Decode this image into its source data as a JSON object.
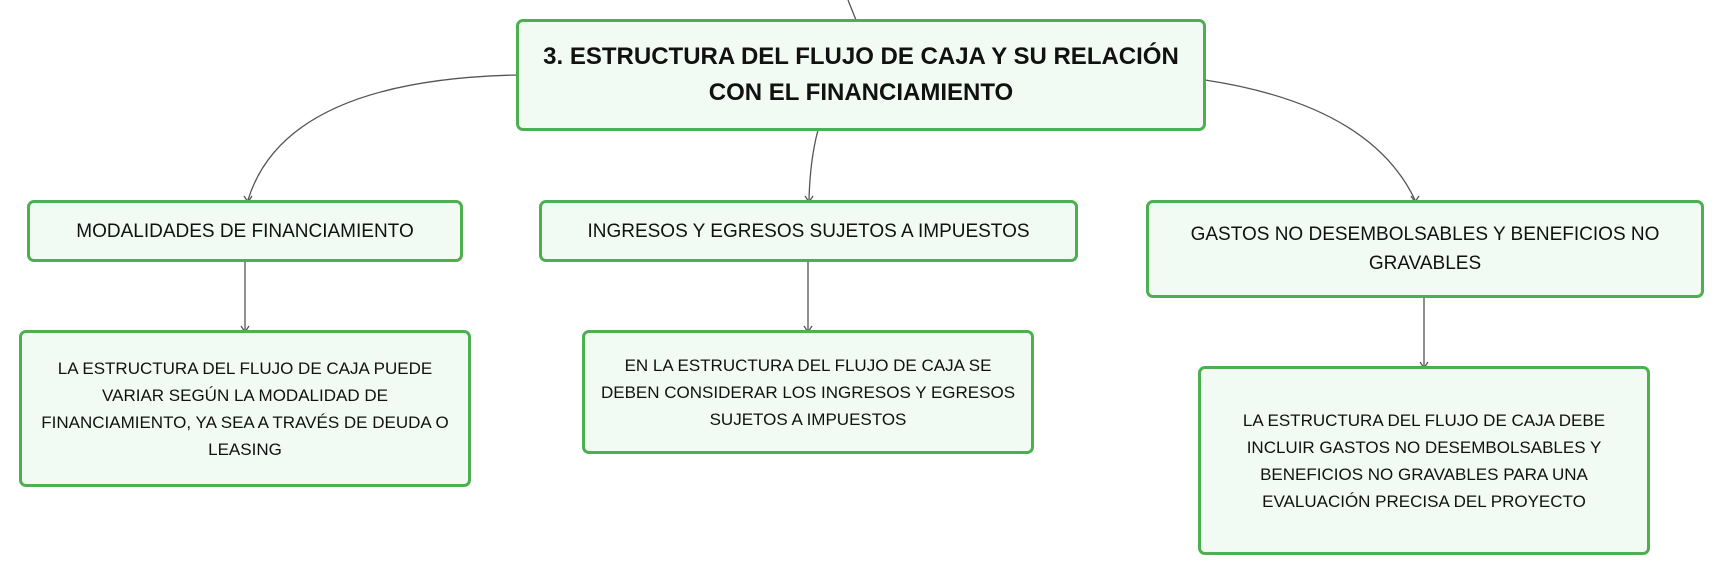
{
  "diagram": {
    "root": {
      "label": "3. ESTRUCTURA DEL FLUJO DE CAJA Y SU RELACIÓN CON EL FINANCIAMIENTO"
    },
    "branches": [
      {
        "label": "MODALIDADES DE FINANCIAMIENTO",
        "detail": "LA ESTRUCTURA DEL FLUJO DE CAJA PUEDE VARIAR SEGÚN LA MODALIDAD DE FINANCIAMIENTO, YA SEA A TRAVÉS DE DEUDA O LEASING"
      },
      {
        "label": "INGRESOS Y EGRESOS SUJETOS A IMPUESTOS",
        "detail": "EN LA ESTRUCTURA DEL FLUJO DE CAJA SE DEBEN CONSIDERAR LOS INGRESOS Y EGRESOS SUJETOS A IMPUESTOS"
      },
      {
        "label": "GASTOS NO DESEMBOLSABLES Y BENEFICIOS NO GRAVABLES",
        "detail": "LA ESTRUCTURA DEL FLUJO DE CAJA DEBE INCLUIR GASTOS NO DESEMBOLSABLES Y BENEFICIOS NO GRAVABLES PARA UNA EVALUACIÓN PRECISA DEL PROYECTO"
      }
    ],
    "colors": {
      "node_border": "#4caf50",
      "node_fill": "#f1faf3",
      "connector": "#555555",
      "text": "#111111"
    }
  }
}
